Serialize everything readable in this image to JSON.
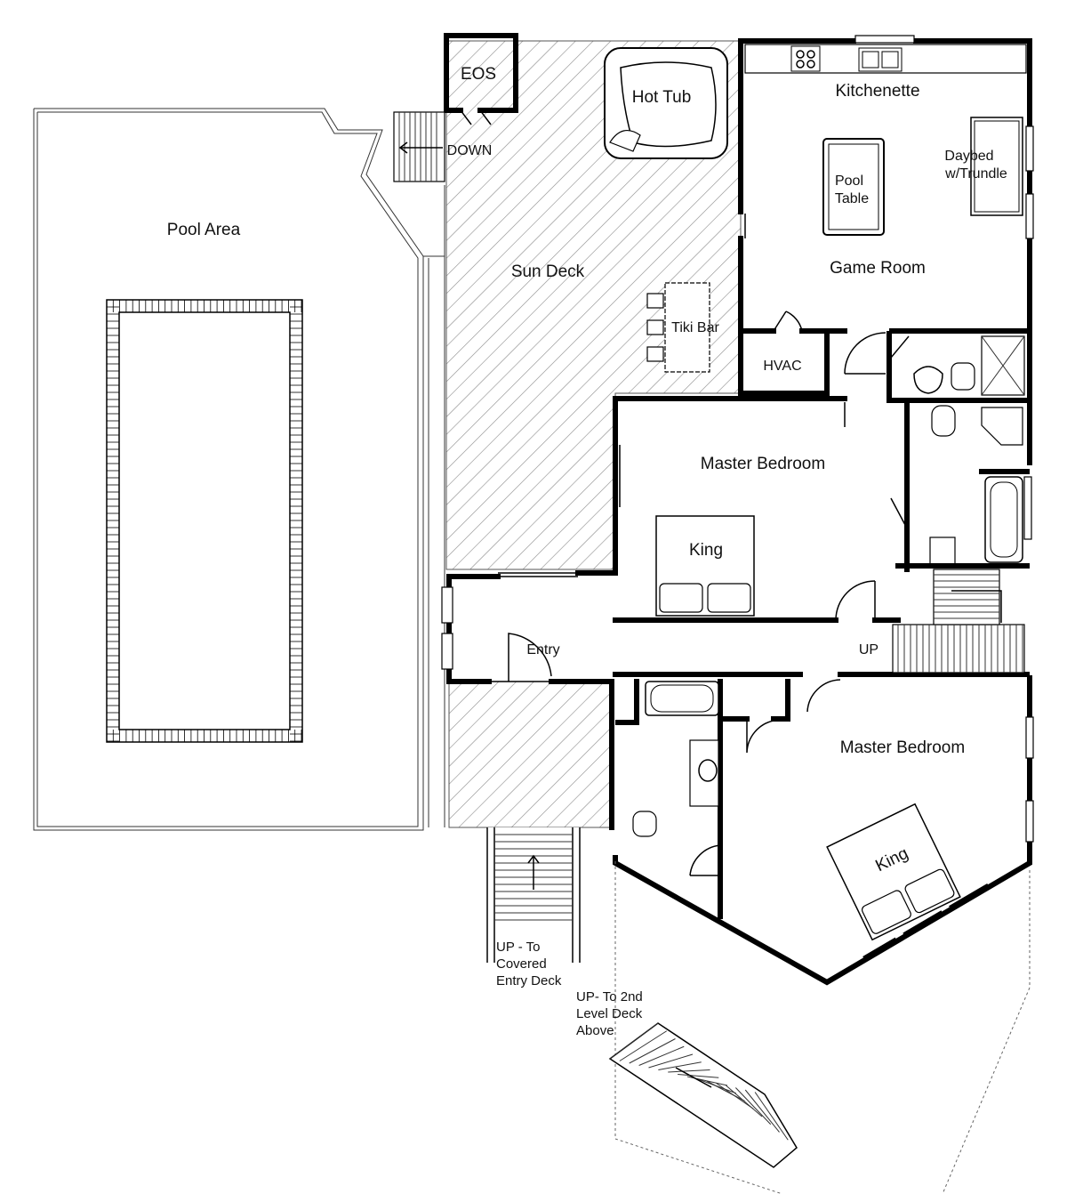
{
  "labels": {
    "eos": "EOS",
    "hot_tub": "Hot Tub",
    "down": "DOWN",
    "kitchenette": "Kitchenette",
    "daybed_line1": "Daybed",
    "daybed_line2": "w/Trundle",
    "pool_table_line1": "Pool",
    "pool_table_line2": "Table",
    "game_room": "Game Room",
    "pool_area": "Pool Area",
    "sun_deck": "Sun Deck",
    "tiki_bar": "Tiki Bar",
    "hvac": "HVAC",
    "master_bedroom_upper": "Master Bedroom",
    "king_upper": "King",
    "entry": "Entry",
    "up_stairs": "UP",
    "master_bedroom_lower": "Master Bedroom",
    "king_lower": "King",
    "up_covered_line1": "UP - To",
    "up_covered_line2": "Covered",
    "up_covered_line3": "Entry Deck",
    "up_2nd_line1": "UP- To 2nd",
    "up_2nd_line2": "Level Deck",
    "up_2nd_line3": "Above"
  },
  "colors": {
    "wall": "#000000",
    "hatch": "#8a8a8a",
    "background": "#ffffff"
  }
}
